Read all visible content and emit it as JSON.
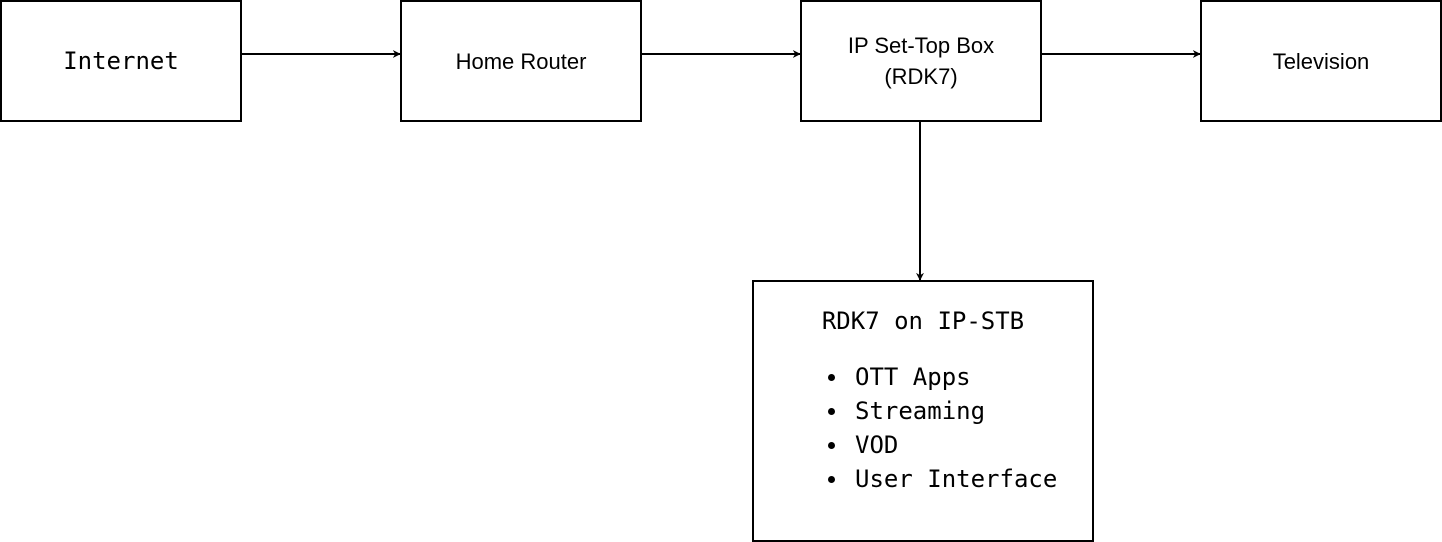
{
  "nodes": {
    "internet": {
      "label": "Internet"
    },
    "router": {
      "label": "Home Router"
    },
    "stb": {
      "line1": "IP Set-Top Box",
      "line2": "(RDK7)"
    },
    "tv": {
      "label": "Television"
    },
    "rdk7": {
      "title": "RDK7 on IP-STB",
      "features": [
        "OTT Apps",
        "Streaming",
        "VOD",
        "User Interface"
      ]
    }
  },
  "colors": {
    "stroke": "#000000",
    "fill": "#ffffff"
  }
}
